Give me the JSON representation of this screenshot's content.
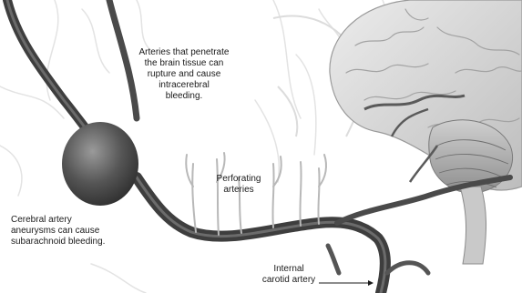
{
  "labels": {
    "penetrating_arteries": "Arteries that penetrate\nthe brain tissue can\nrupture and cause\nintracerebral\nbleeding.",
    "perforating_arteries": "Perforating\narteries",
    "aneurysm": "Cerebral artery\naneurysms can cause\nsubarachnoid bleeding.",
    "internal_carotid": "Internal\ncarotid artery"
  },
  "colors": {
    "background": "#ffffff",
    "artery": "#4a4a4a",
    "artery_highlight": "#8c8c8c",
    "brain_tissue": "#d9d9d9",
    "brain_outline": "#9a9a9a",
    "background_vessels": "#e6e6e6",
    "text": "#1a1a1a"
  }
}
